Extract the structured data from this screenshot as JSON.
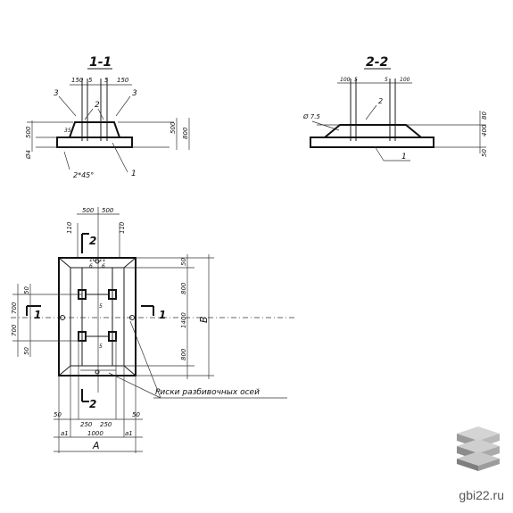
{
  "sections": {
    "s11": {
      "title": "1-1",
      "dims": [
        "150",
        "5",
        "5",
        "150",
        "35",
        "500",
        "500",
        "800",
        "Ø4"
      ],
      "callouts": [
        "3",
        "2",
        "3",
        "1"
      ],
      "note": "2*45°"
    },
    "s22": {
      "title": "2-2",
      "dims": [
        "100",
        "5",
        "5",
        "100",
        "Ø 7.5",
        "80",
        "400",
        "50"
      ],
      "callouts": [
        "2",
        "1"
      ]
    }
  },
  "plan": {
    "top_dims": [
      "500",
      "500",
      "110",
      "110"
    ],
    "left_dims": [
      "50",
      "700",
      "700",
      "50"
    ],
    "right_dims": [
      "50",
      "800",
      "1400",
      "800",
      "B"
    ],
    "bottom_dims": [
      "50",
      "250",
      "250",
      "50",
      "1000",
      "a1",
      "a1",
      "A"
    ],
    "cuts": [
      "2",
      "1",
      "1",
      "2"
    ],
    "small_labels": [
      "10",
      "11",
      "6",
      "6",
      "5",
      "5"
    ],
    "note": "Риски разбивочных осей"
  },
  "watermark": {
    "site": "gbi22.ru"
  }
}
